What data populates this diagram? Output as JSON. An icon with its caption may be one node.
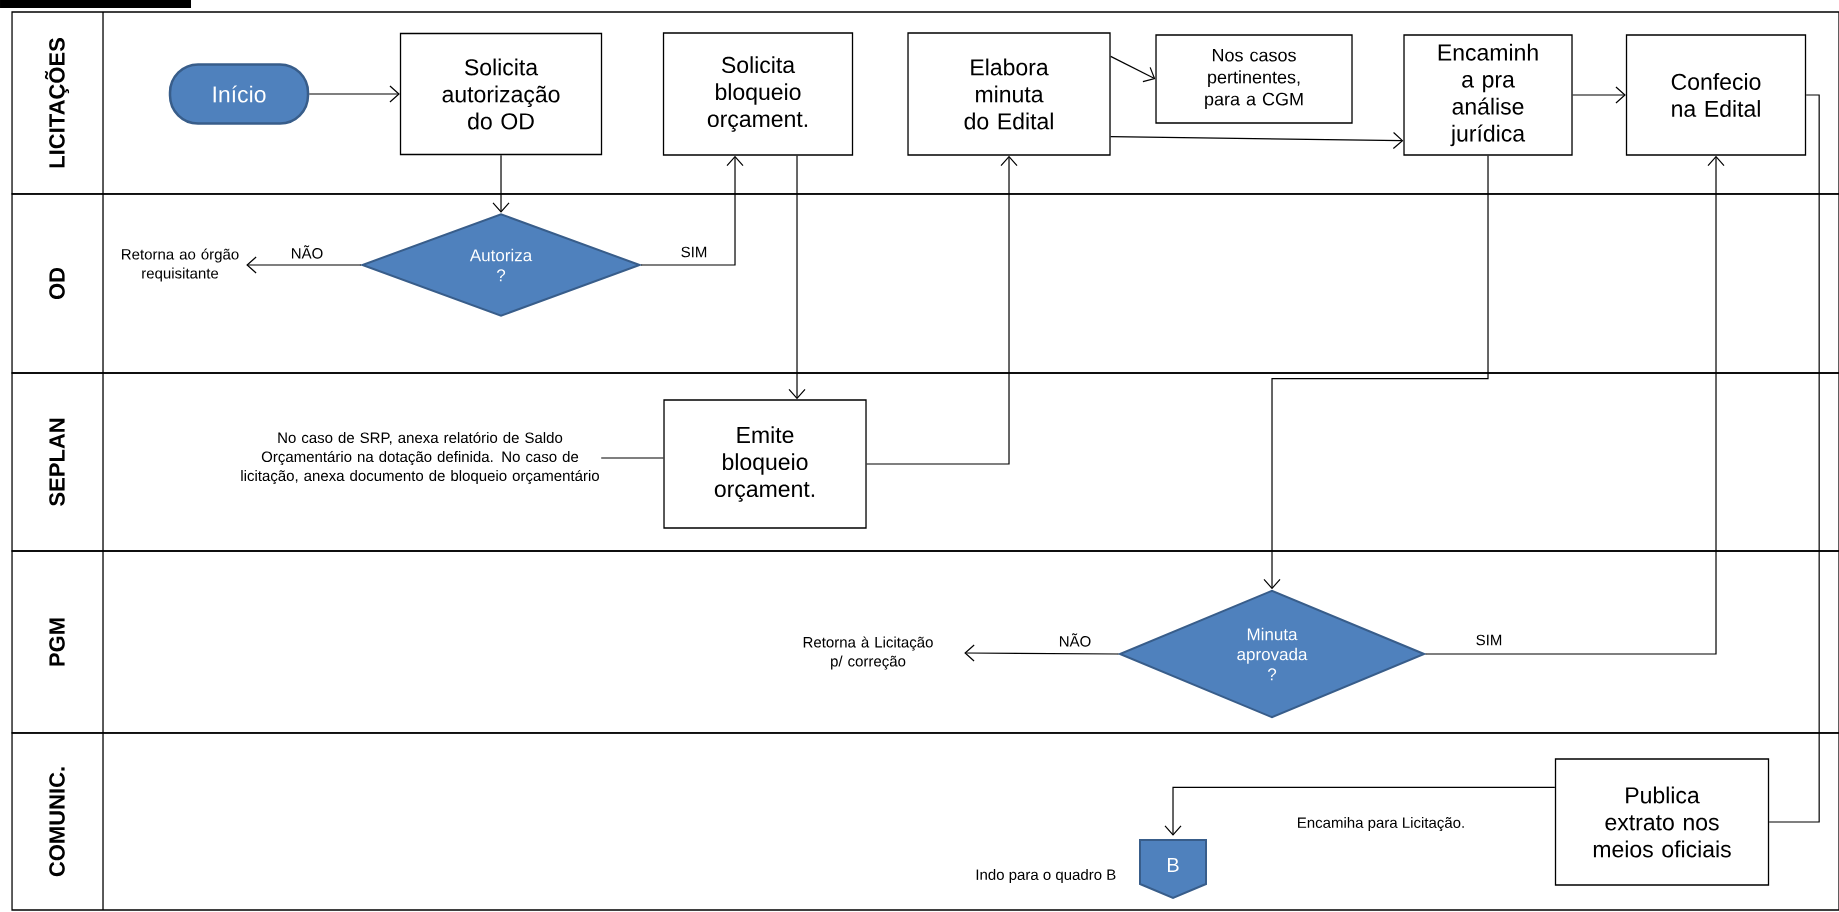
{
  "diagram": {
    "nodes": [
      {
        "text": [
          "LICITAÇÕES"
        ]
      },
      {
        "text": [
          "Início"
        ],
        "in": 0
      },
      {
        "text": [
          "Solicita autorização do OD"
        ],
        "in": 0
      },
      {
        "text": [
          "Solicita bloqueio orçament."
        ],
        "in": 0
      },
      {
        "text": [
          "Elabora minuta do Edital"
        ],
        "in": 0
      },
      {
        "text": [
          "Nos casos pertinentes, para a CGM"
        ],
        "in": 0
      },
      {
        "text": [
          "Encaminh a pra análise jurídica"
        ],
        "in": 0
      },
      {
        "text": [
          "Confecio na Edital"
        ],
        "in": 0
      },
      {
        "text": [
          "OD"
        ]
      },
      {
        "text": [
          "Autoriza ?"
        ],
        "in": 8
      },
      {
        "text": [
          "Retorna ao órgão requisitante"
        ],
        "in": 8
      },
      {
        "text": [
          "SEPLAN"
        ]
      },
      {
        "text": [
          "Emite bloqueio orçament."
        ],
        "in": 11
      },
      {
        "text": [
          "No caso de SRP, anexa relatório de Saldo Orçamentário na dotação definida. No caso de licitação, anexa documento de bloqueio orçamentário"
        ],
        "in": 11
      },
      {
        "text": [
          "PGM"
        ]
      },
      {
        "text": [
          "Minuta aprovada ?"
        ],
        "in": 14
      },
      {
        "text": [
          "Retorna à Licitação p/ correção"
        ],
        "in": 14
      },
      {
        "text": [
          "COMUNIC."
        ]
      },
      {
        "text": [
          "Publica extrato nos meios oficiais"
        ],
        "in": 17
      },
      {
        "text": [
          "B"
        ],
        "in": 17,
        "beside": [
          "Indo para o quadro B"
        ]
      }
    ],
    "edges": [
      {
        "from": 1,
        "to": 2,
        "arrow": "to"
      },
      {
        "from": 2,
        "to": 9,
        "arrow": "to"
      },
      {
        "from": 9,
        "to": 10,
        "arrow": "to",
        "label": "NÃO"
      },
      {
        "from": 9,
        "to": 3,
        "arrow": "to",
        "label": "SIM"
      },
      {
        "from": 3,
        "to": 12,
        "arrow": "to"
      },
      {
        "from": 12,
        "to": 4,
        "arrow": "to"
      },
      {
        "from": 13,
        "to": 12,
        "arrow": "none"
      },
      {
        "from": 4,
        "to": 5,
        "arrow": "to"
      },
      {
        "from": 4,
        "to": 6,
        "arrow": "to"
      },
      {
        "from": 6,
        "to": 7,
        "arrow": "to"
      },
      {
        "from": 6,
        "to": 15,
        "arrow": "to"
      },
      {
        "from": 15,
        "to": 16,
        "arrow": "to",
        "label": "NÃO"
      },
      {
        "from": 15,
        "to": 7,
        "arrow": "to",
        "label": "SIM"
      },
      {
        "from": 7,
        "to": 18,
        "arrow": "none"
      },
      {
        "from": 18,
        "to": 19,
        "arrow": "to",
        "label": "Encamiha para Licitação."
      }
    ]
  }
}
